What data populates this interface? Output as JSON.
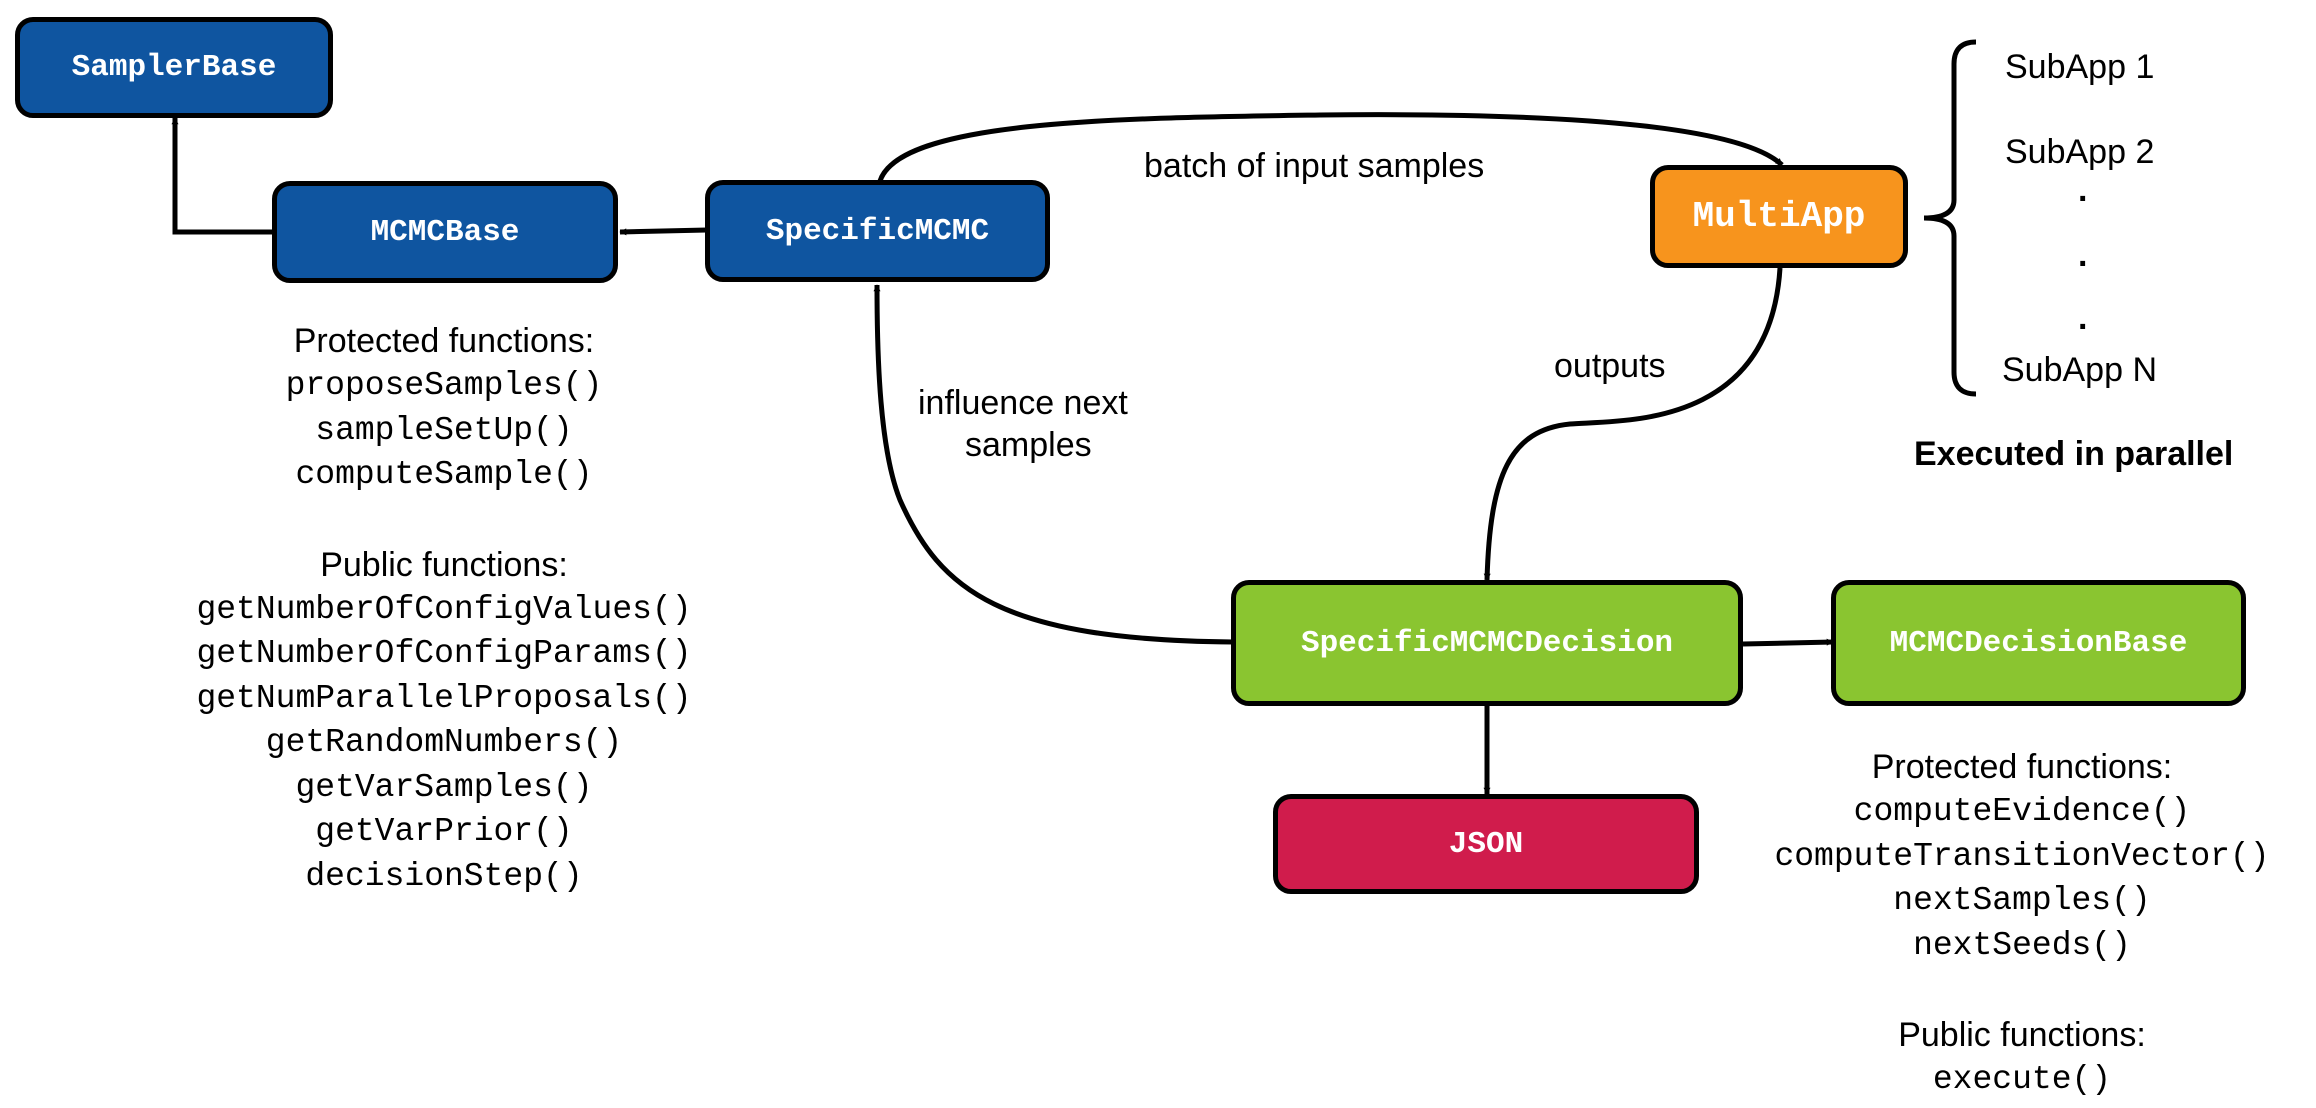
{
  "colors": {
    "blue": "#0f55a0",
    "orange": "#f7941d",
    "green": "#8ac530",
    "red": "#d01c4c",
    "stroke": "#000000"
  },
  "nodes": {
    "sampler_base": "SamplerBase",
    "mcmc_base": "MCMCBase",
    "specific_mcmc": "SpecificMCMC",
    "multiapp": "MultiApp",
    "specific_decision": "SpecificMCMCDecision",
    "decision_base": "MCMCDecisionBase",
    "json": "JSON"
  },
  "edges": {
    "batch": "batch of input samples",
    "outputs": "outputs",
    "influence_line1": "influence next",
    "influence_line2": "samples"
  },
  "subapps": {
    "items": [
      "SubApp 1",
      "SubApp 2",
      ".",
      ".",
      ".",
      "SubApp N"
    ],
    "note": "Executed in parallel"
  },
  "mcmc_base_functions": {
    "protected_title": "Protected functions:",
    "protected": [
      "proposeSamples()",
      "sampleSetUp()",
      "computeSample()"
    ],
    "public_title": "Public functions:",
    "public": [
      "getNumberOfConfigValues()",
      "getNumberOfConfigParams()",
      "getNumParallelProposals()",
      "getRandomNumbers()",
      "getVarSamples()",
      "getVarPrior()",
      "decisionStep()"
    ]
  },
  "decision_base_functions": {
    "protected_title": "Protected functions:",
    "protected": [
      "computeEvidence()",
      "computeTransitionVector()",
      "nextSamples()",
      "nextSeeds()"
    ],
    "public_title": "Public functions:",
    "public": [
      "execute()"
    ]
  }
}
